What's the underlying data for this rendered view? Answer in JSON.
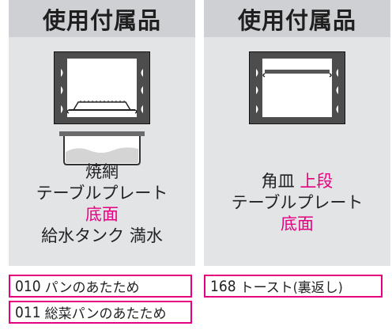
{
  "panels": [
    {
      "title": "使用付属品",
      "lines": {
        "line1": "焼網",
        "line2": "テーブルプレート",
        "line3": "底面",
        "line4": "給水タンク 満水"
      }
    },
    {
      "title": "使用付属品",
      "lines": {
        "line1_plain": "角皿",
        "line1_accent": "上段",
        "line2": "テーブルプレート",
        "line3": "底面"
      }
    }
  ],
  "programs": [
    {
      "number": "010",
      "name": "パンのあたため"
    },
    {
      "number": "011",
      "name": "総菜パンのあたため"
    },
    {
      "number": "168",
      "name": "トースト(裏返し)"
    }
  ],
  "colors": {
    "accent": "#e4007f",
    "panel_bg": "#e3e4e6",
    "header_bg": "#cfd0d3"
  }
}
